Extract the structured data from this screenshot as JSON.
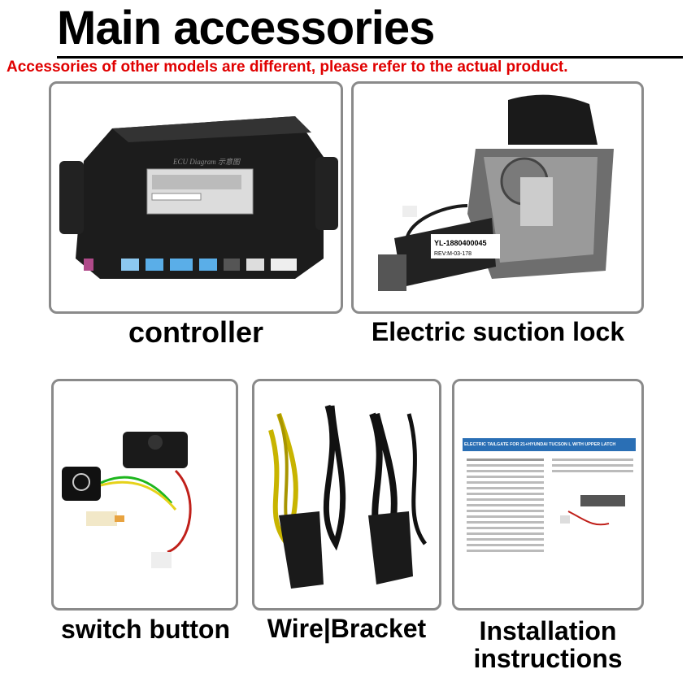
{
  "header": {
    "title": "Main accessories",
    "subtitle": "Accessories of other models are different, please refer to the actual product."
  },
  "items": [
    {
      "label": "controller",
      "ecu_text": "ECU Diagram 示意图"
    },
    {
      "label": "Electric suction lock",
      "motor_code": "YL-1880400045",
      "motor_rev": "REV:M-03-178"
    },
    {
      "label": "switch button"
    },
    {
      "label": "Wire|Bracket"
    },
    {
      "label_line1": "Installation",
      "label_line2": "instructions",
      "doc_title": "ELECTRIC TAILGATE FOR 21+HYUNDAI TUCSON L WITH UPPER LATCH"
    }
  ],
  "colors": {
    "accent_red": "#e00000",
    "card_border": "#8a8a8a"
  }
}
